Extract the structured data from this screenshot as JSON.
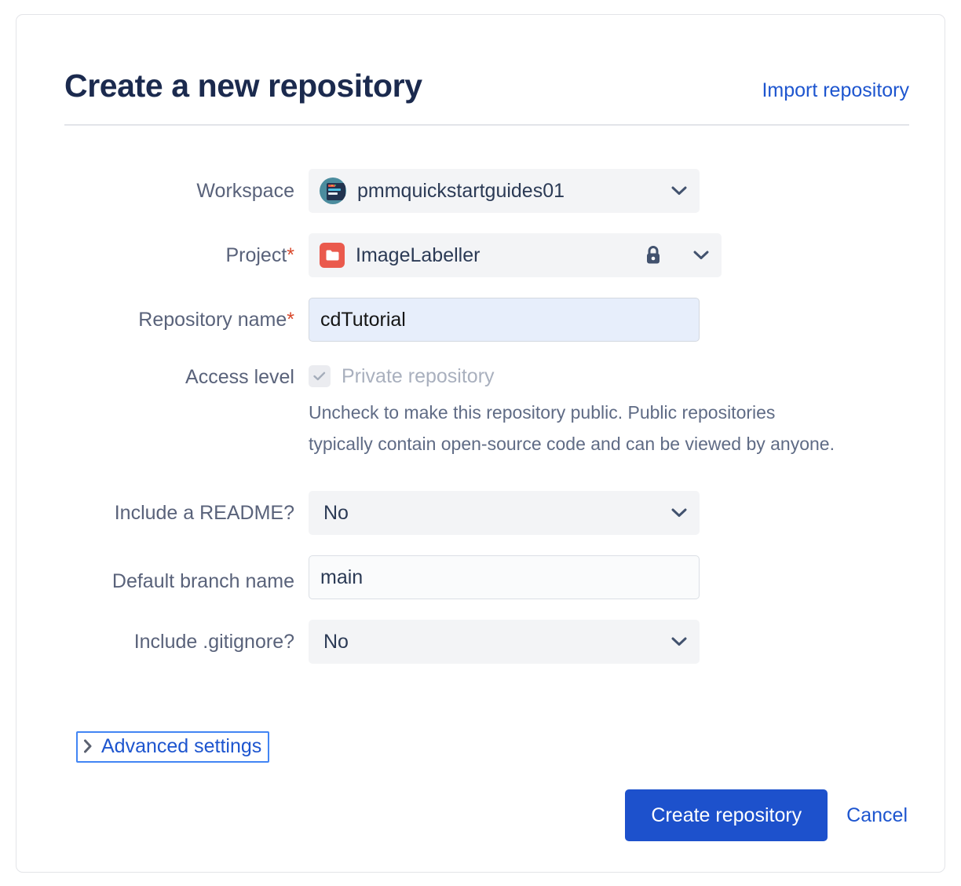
{
  "card": {
    "title": "Create a new repository",
    "import_link": "Import repository"
  },
  "form": {
    "workspace": {
      "label": "Workspace",
      "value": "pmmquickstartguides01",
      "avatar_icon": "workspace-avatar-icon",
      "chevron_icon": "chevron-down-icon"
    },
    "project": {
      "label": "Project",
      "required_mark": "*",
      "value": "ImageLabeller",
      "project_icon": "folder-icon",
      "lock_icon": "lock-icon",
      "chevron_icon": "chevron-down-icon"
    },
    "repository_name": {
      "label": "Repository name",
      "required_mark": "*",
      "value": "cdTutorial",
      "placeholder": ""
    },
    "access_level": {
      "label": "Access level",
      "checkbox_label": "Private repository",
      "checked": true,
      "disabled": true,
      "check_icon": "check-icon",
      "help_text": "Uncheck to make this repository public. Public repositories typically contain open-source code and can be viewed by anyone."
    },
    "include_readme": {
      "label": "Include a README?",
      "value": "No",
      "chevron_icon": "chevron-down-icon"
    },
    "default_branch": {
      "label": "Default branch name",
      "value": "main",
      "placeholder": ""
    },
    "include_gitignore": {
      "label": "Include .gitignore?",
      "value": "No",
      "chevron_icon": "chevron-down-icon"
    },
    "advanced_settings": {
      "label": "Advanced settings",
      "chevron_icon": "chevron-right-icon",
      "expanded": false
    }
  },
  "actions": {
    "submit_label": "Create repository",
    "cancel_label": "Cancel"
  },
  "colors": {
    "accent_blue": "#1d55cf",
    "primary_button": "#1d51cc",
    "title_navy": "#1b2a4e",
    "label_grey": "#59627a",
    "required_red": "#d8482b",
    "field_grey": "#f3f4f6",
    "selected_input_blue": "#e7eefb",
    "focus_ring_blue": "#4285f4",
    "project_icon_red": "#ea5a4d",
    "workspace_avatar_teal": "#4b8c9e"
  }
}
